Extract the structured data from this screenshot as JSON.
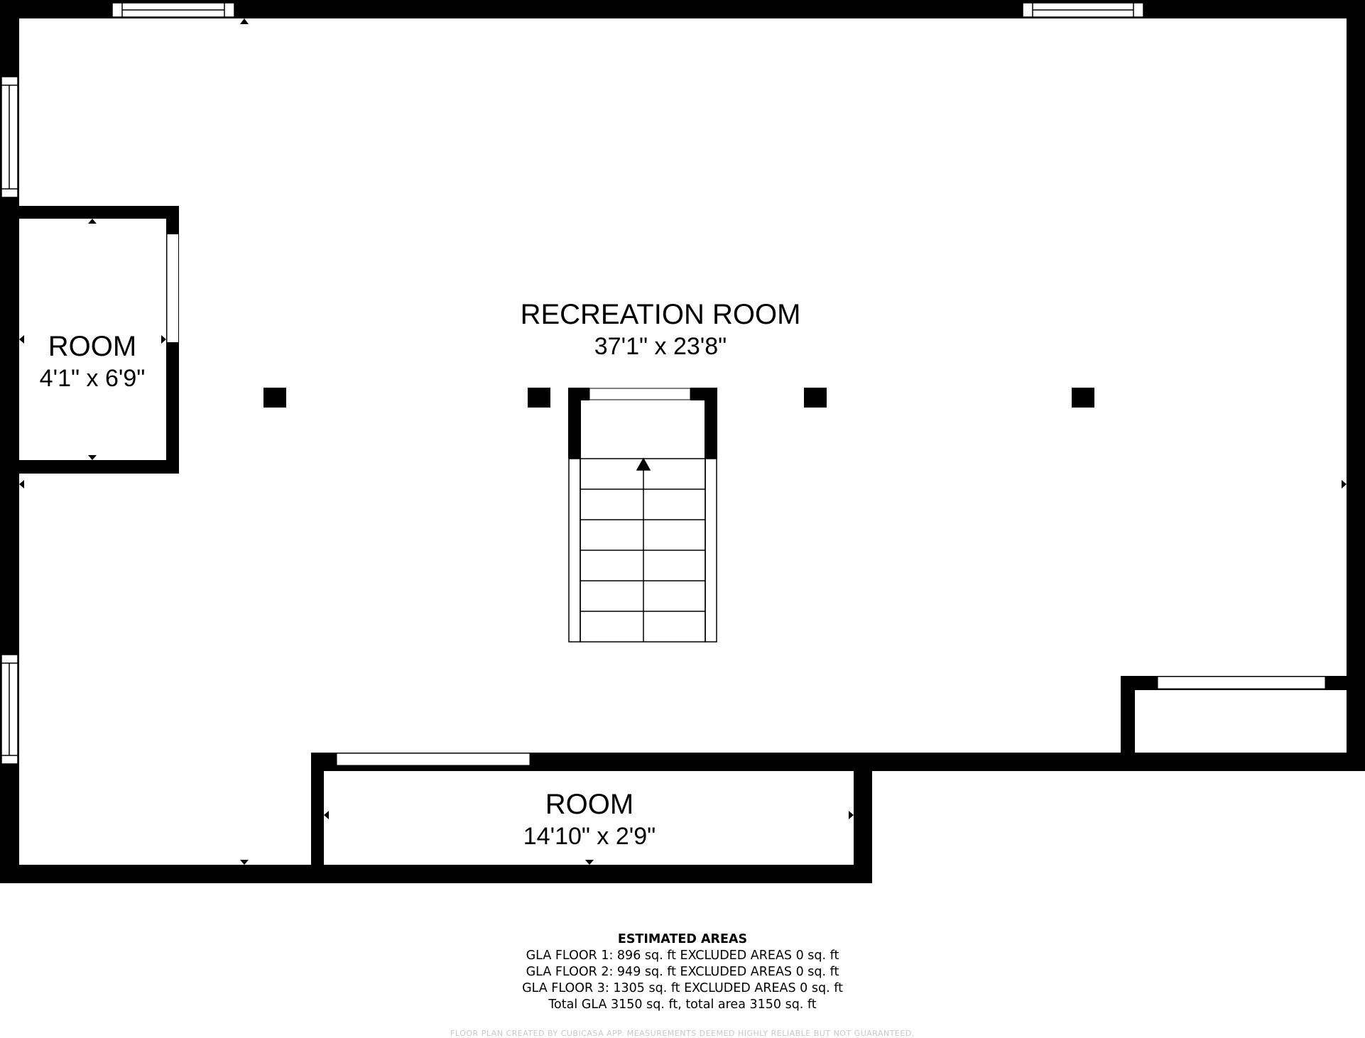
{
  "rooms": {
    "recreation": {
      "name": "RECREATION ROOM",
      "dims": "37'1\" x 23'8\""
    },
    "closet_left": {
      "name": "ROOM",
      "dims": "4'1\" x 6'9\""
    },
    "storage_bottom": {
      "name": "ROOM",
      "dims": "14'10\" x 2'9\""
    }
  },
  "estimated_areas": {
    "title": "ESTIMATED AREAS",
    "lines": [
      "GLA FLOOR 1: 896 sq. ft EXCLUDED AREAS 0 sq. ft",
      "GLA FLOOR 2: 949 sq. ft EXCLUDED AREAS 0 sq. ft",
      "GLA FLOOR 3: 1305 sq. ft EXCLUDED AREAS 0 sq. ft",
      "Total GLA 3150 sq. ft, total area 3150 sq. ft"
    ]
  },
  "disclaimer": "FLOOR PLAN CREATED BY CUBICASA APP. MEASUREMENTS DEEMED HIGHLY RELIABLE BUT NOT GUARANTEED.",
  "colors": {
    "wall": "#000000",
    "background": "#ffffff",
    "disclaimer": "#c8c8c8"
  }
}
